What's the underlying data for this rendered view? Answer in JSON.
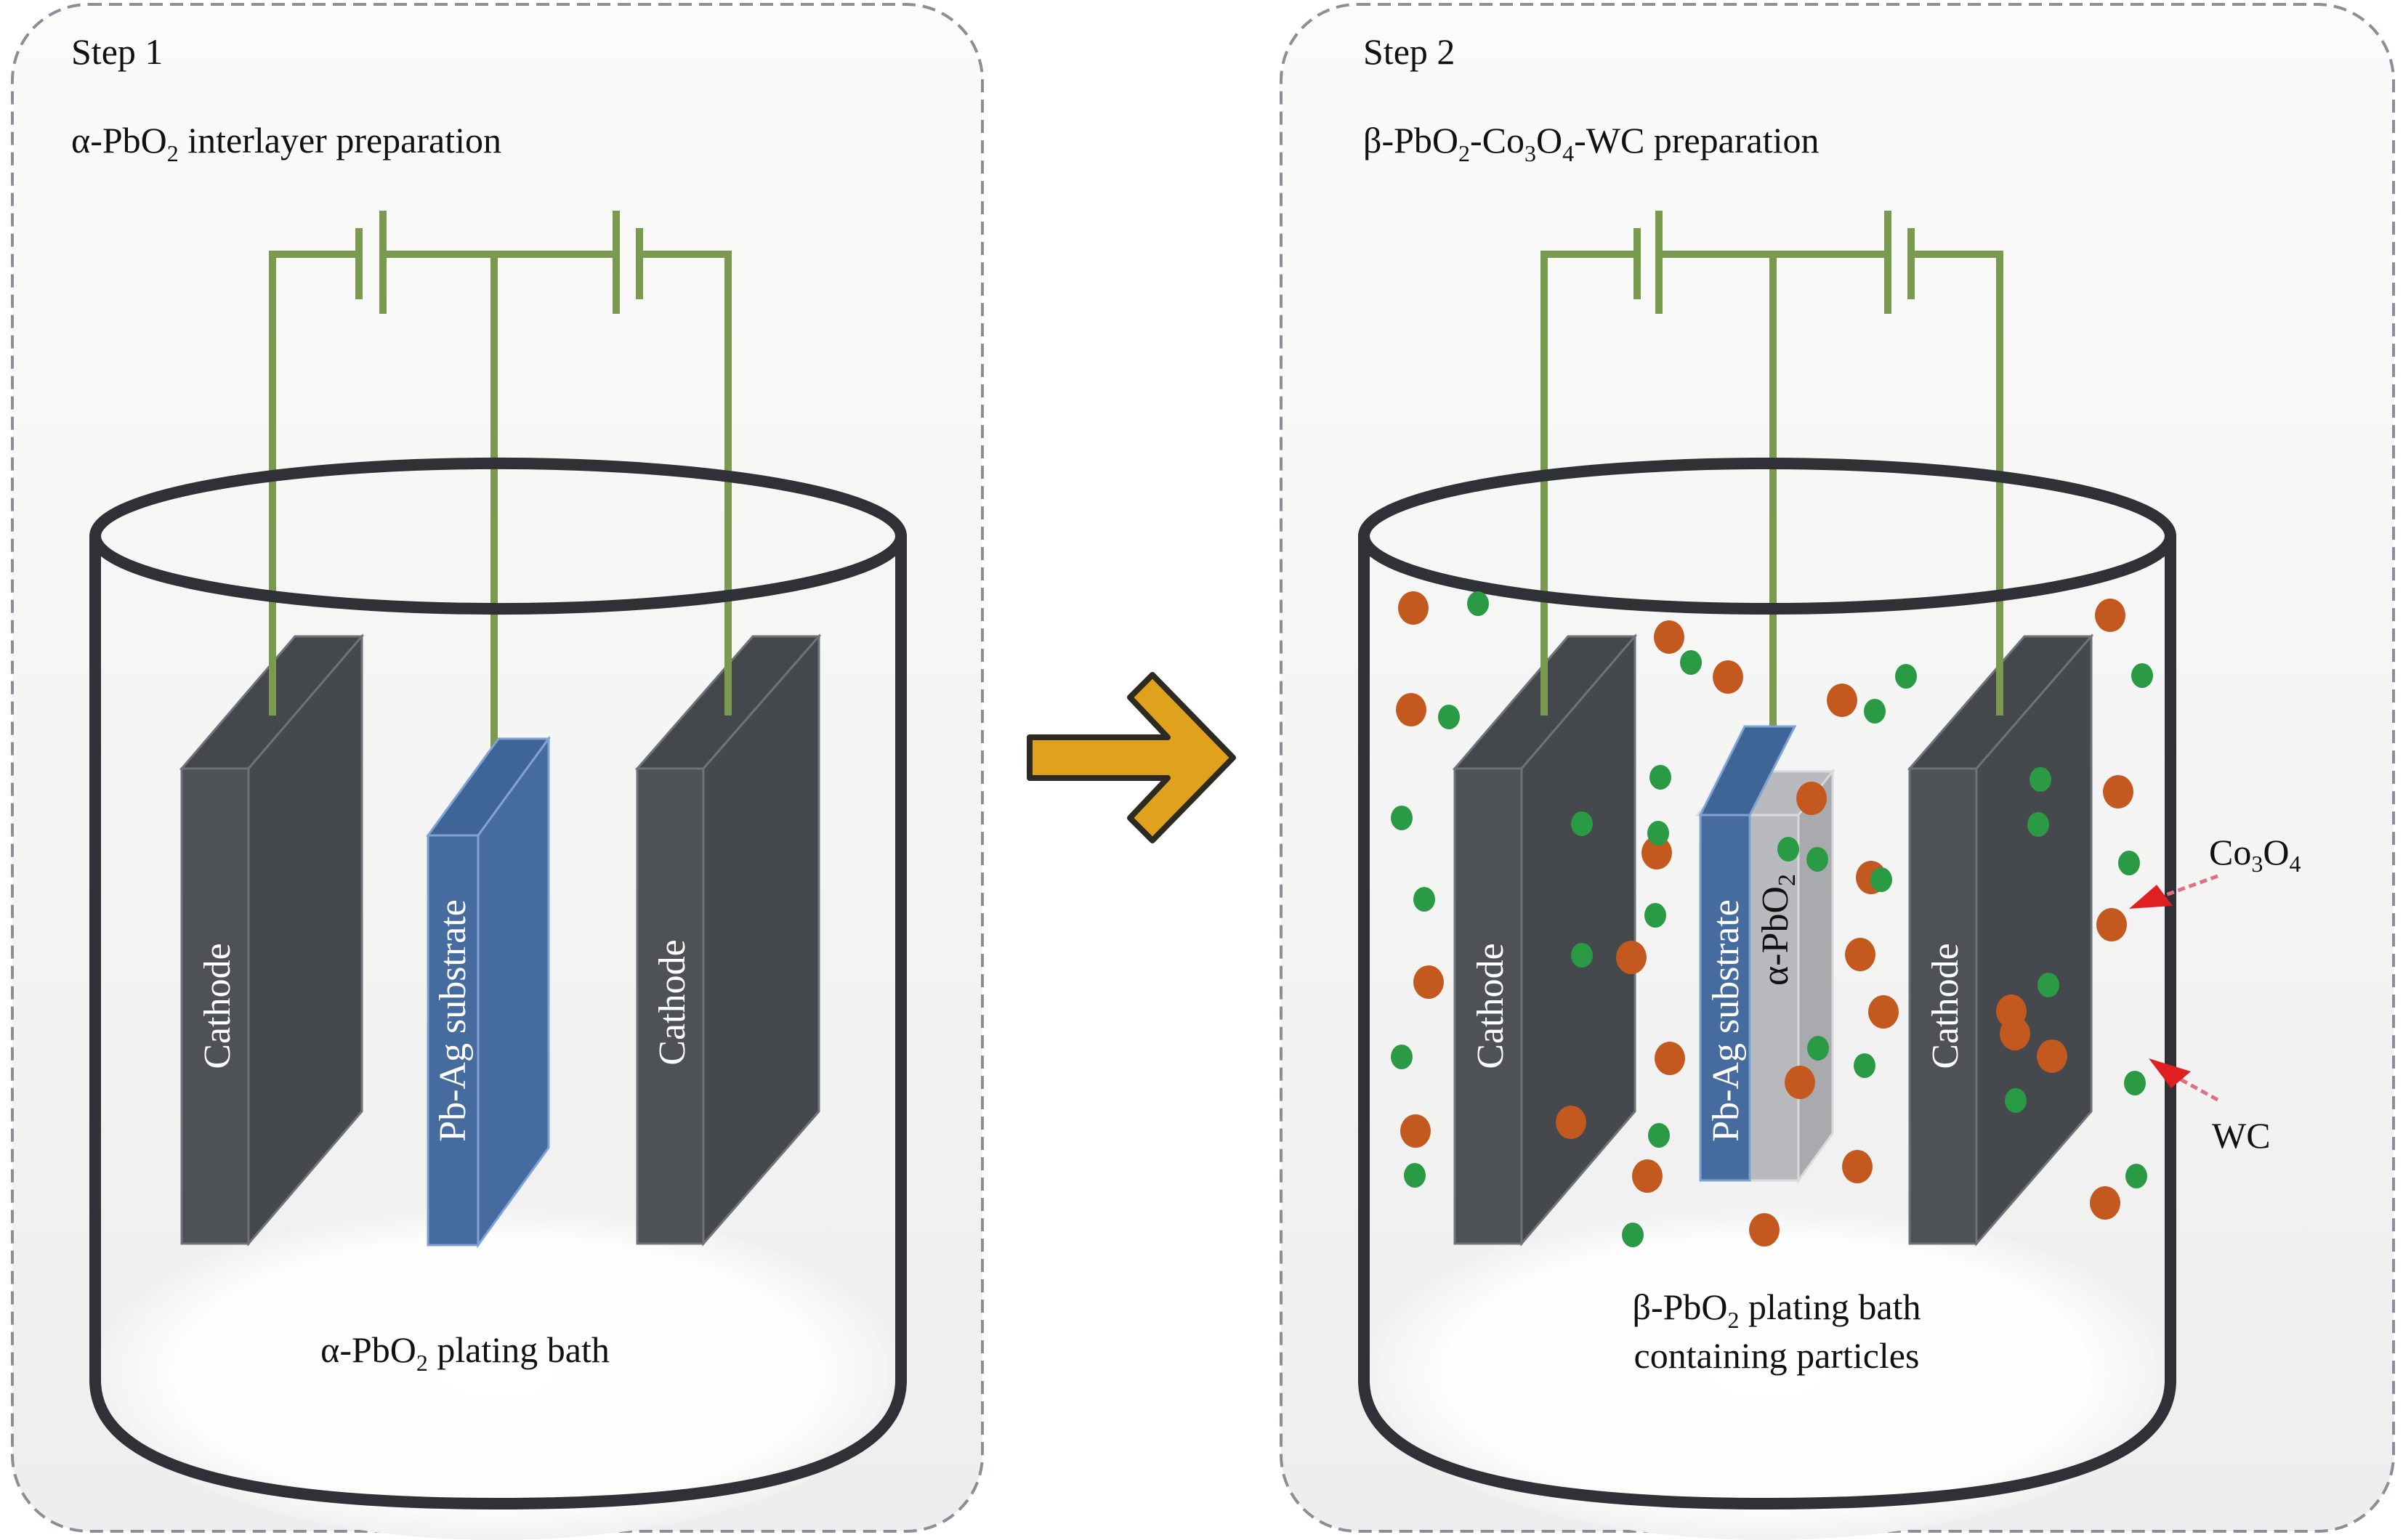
{
  "colors": {
    "wire": "#7a9a50",
    "cylinder": "#2f3136",
    "cathode_front": "#4e5156",
    "cathode_side": "#44474c",
    "substrate": "#466b9f",
    "alpha_layer": "#b9babd",
    "arrow": "#e0a21c",
    "co3o4_particle": "#c4591f",
    "wc_particle": "#2a9a45",
    "pointer": "#e02020"
  },
  "step1": {
    "step_label": "Step 1",
    "title_prefix": "α-PbO",
    "title_sub": "2",
    "title_suffix": " interlayer preparation",
    "cathode_left_label": "Cathode",
    "substrate_label": "Pb-Ag substrate",
    "cathode_right_label": "Cathode",
    "bath_prefix": "α-PbO",
    "bath_sub": "2",
    "bath_suffix": " plating bath"
  },
  "step2": {
    "step_label": "Step 2",
    "title_parts": [
      "β-PbO",
      "2",
      "-Co",
      "3",
      "O",
      "4",
      "-WC preparation"
    ],
    "cathode_left_label": "Cathode",
    "substrate_label": "Pb-Ag substrate",
    "alpha_layer_prefix": "α-PbO",
    "alpha_layer_sub": "2",
    "cathode_right_label": "Cathode",
    "bath_line1_prefix": "β-PbO",
    "bath_line1_sub": "2",
    "bath_line1_suffix": " plating bath",
    "bath_line2": "containing particles",
    "callout_co3o4_parts": [
      "Co",
      "3",
      "O",
      "4"
    ],
    "callout_wc": "WC"
  },
  "transition_arrow": "right-arrow"
}
